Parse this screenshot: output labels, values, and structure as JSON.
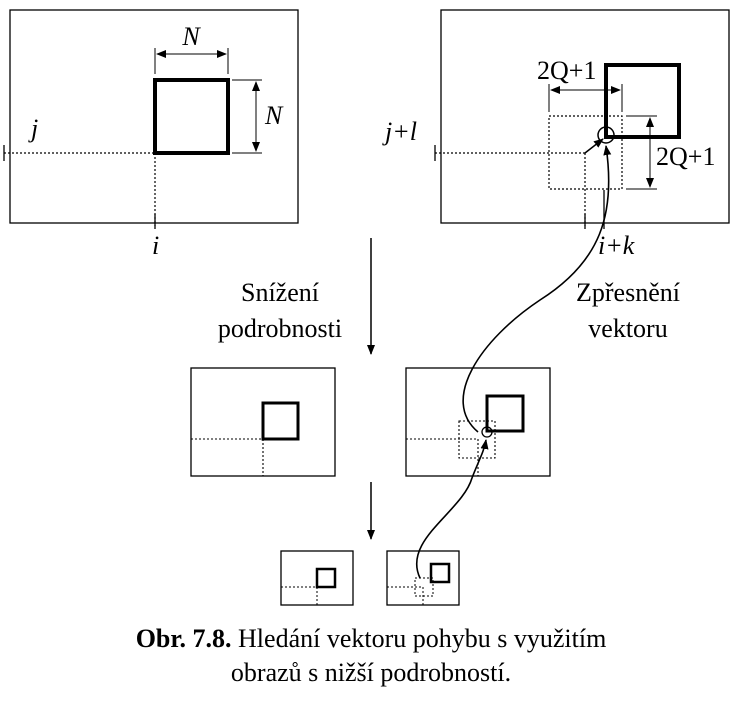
{
  "labels": {
    "n_top": "N",
    "n_side": "N",
    "j": "j",
    "i": "i",
    "j_plus_l": "j+l",
    "i_plus_k": "i+k",
    "q_top": "2Q+1",
    "q_side": "2Q+1",
    "reduce_line1": "Snížení",
    "reduce_line2": "podrobnosti",
    "refine_line1": "Zpřesnění",
    "refine_line2": "vektoru"
  },
  "caption": {
    "number": "Obr. 7.8.",
    "line1": "Hledání vektoru pohybu s využitím",
    "line2": "obrazů s nižší podrobností."
  }
}
